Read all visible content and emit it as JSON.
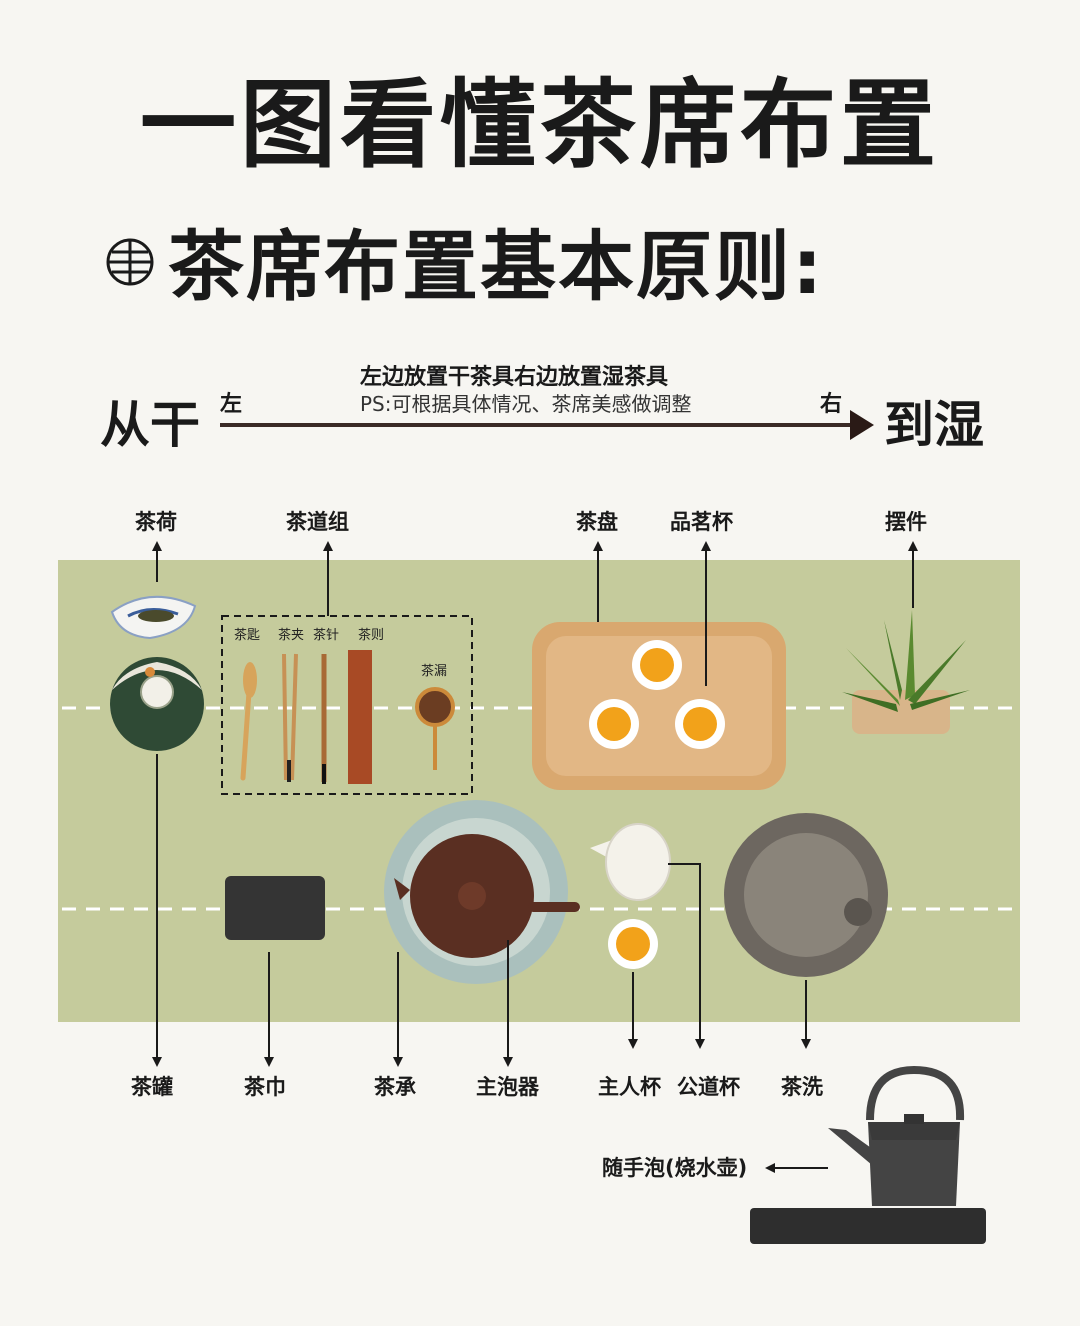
{
  "title": "一图看懂茶席布置",
  "subtitle": "茶席布置基本原则:",
  "direction": {
    "from": "从干",
    "to": "到湿",
    "left": "左",
    "right": "右",
    "rule": "左边放置干茶具右边放置湿茶具",
    "note": "PS:可根据具体情况、茶席美感做调整"
  },
  "top_labels": {
    "cha_he": "茶荷",
    "cha_dao_zu": "茶道组",
    "cha_pan": "茶盘",
    "pin_ming_bei": "品茗杯",
    "bai_jian": "摆件"
  },
  "tea_tools": {
    "cha_chi": "茶匙",
    "cha_jia": "茶夹",
    "cha_zhen": "茶针",
    "cha_ze": "茶则",
    "cha_lou": "茶漏"
  },
  "bottom_labels": {
    "cha_guan": "茶罐",
    "cha_jin": "茶巾",
    "cha_cheng": "茶承",
    "zhu_pao_qi": "主泡器",
    "zhu_ren_bei": "主人杯",
    "gong_dao_bei": "公道杯",
    "cha_xi": "茶洗"
  },
  "kettle_label": "随手泡(烧水壶)",
  "colors": {
    "mat": "#c5cb9c",
    "tray": "#d9a86f",
    "tea": "#f2a21a",
    "jar": "#2f4a35",
    "pot": "#5a2f22"
  }
}
